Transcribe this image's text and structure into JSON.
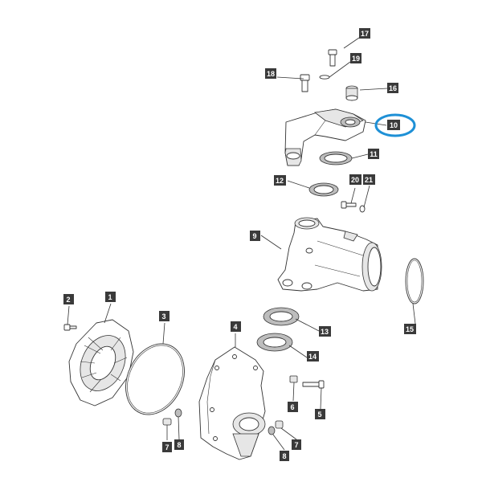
{
  "callouts": {
    "1": "1",
    "2": "2",
    "3": "3",
    "4": "4",
    "5": "5",
    "6": "6",
    "7": "7",
    "8": "8",
    "9": "9",
    "10": "10",
    "11": "11",
    "12": "12",
    "13": "13",
    "14": "14",
    "15": "15",
    "16": "16",
    "17": "17",
    "18": "18",
    "19": "19",
    "20": "20",
    "21": "21"
  },
  "highlighted_callout": "10",
  "colors": {
    "highlight": "#1e90d6",
    "label_background": "#3a3a3a",
    "label_text": "#ffffff",
    "line_art": "#333333"
  }
}
